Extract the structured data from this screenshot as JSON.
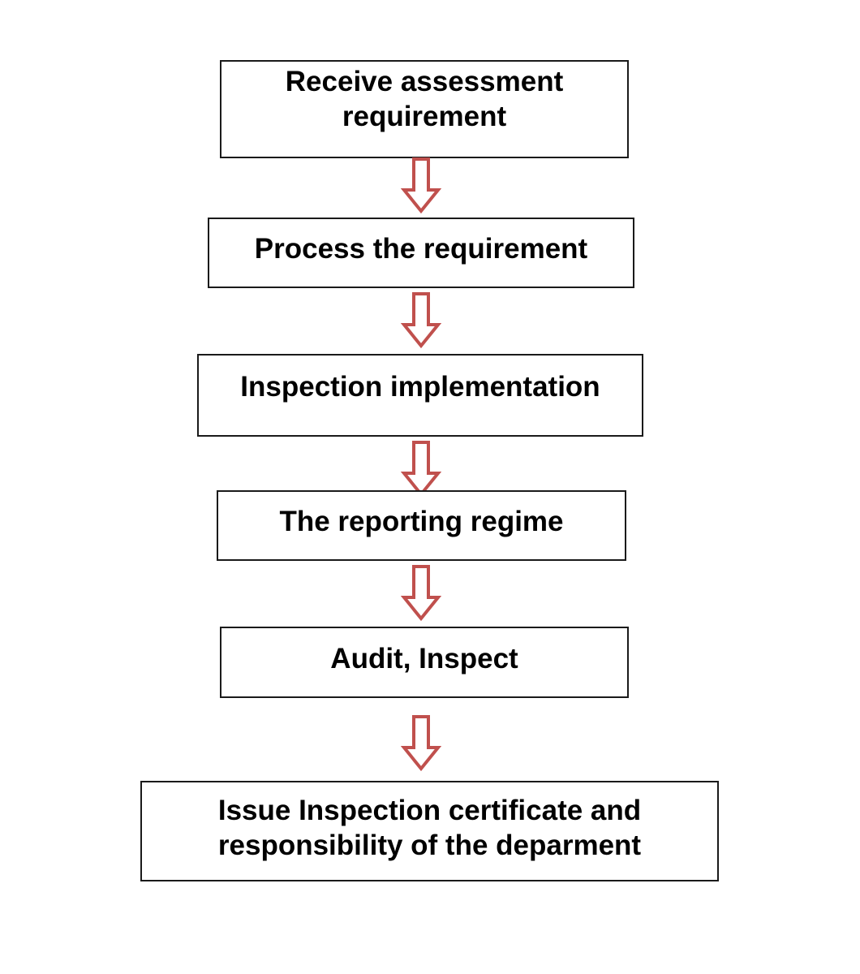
{
  "flowchart": {
    "steps": [
      {
        "lines": [
          "Receive assessment",
          "requirement"
        ]
      },
      {
        "lines": [
          "Process the requirement"
        ]
      },
      {
        "lines": [
          "Inspection implementation"
        ]
      },
      {
        "lines": [
          "The reporting regime"
        ]
      },
      {
        "lines": [
          "Audit, Inspect"
        ]
      },
      {
        "lines": [
          "Issue Inspection certificate and",
          "responsibility of the deparment"
        ]
      }
    ],
    "colors": {
      "box_border": "#1a1a1a",
      "arrow_stroke": "#c0504d",
      "arrow_fill": "#ffffff",
      "text": "#000000"
    }
  }
}
